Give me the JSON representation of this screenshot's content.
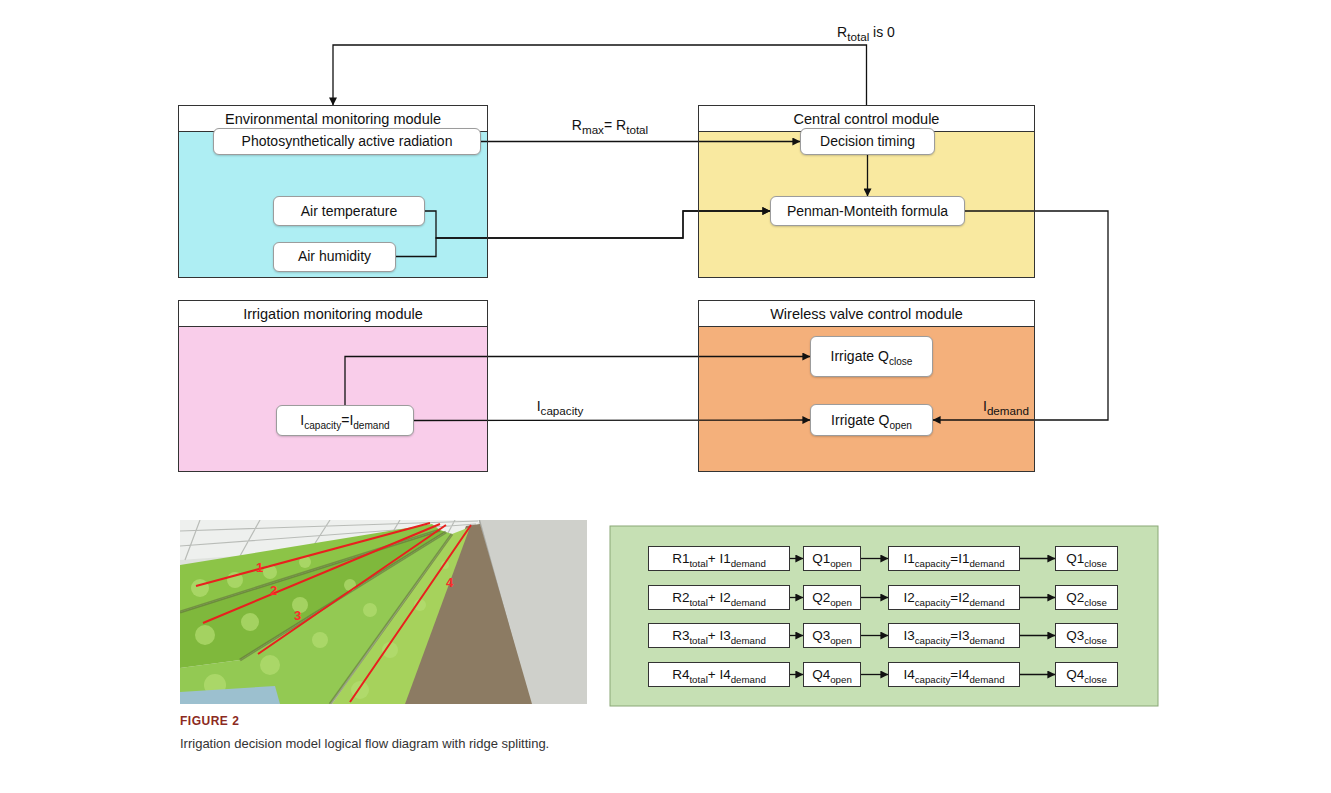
{
  "diagram": {
    "caption": "Irrigation decision model logical flow diagram with ridge splitting.",
    "nodes": [
      {
        "text": [
          "Environmental monitoring module"
        ]
      },
      {
        "text": [
          "Photosynthetically active radiation"
        ],
        "in": 0
      },
      {
        "text": [
          "Air temperature"
        ],
        "in": 0
      },
      {
        "text": [
          "Air humidity"
        ],
        "in": 0
      },
      {
        "text": [
          "Central control module"
        ]
      },
      {
        "text": [
          "Decision timing"
        ],
        "in": 4
      },
      {
        "text": [
          "Penman-Monteith formula"
        ],
        "in": 4
      },
      {
        "text": [
          "Irrigation monitoring module"
        ]
      },
      {
        "text": [
          "Icapacity=Idemand"
        ],
        "in": 7
      },
      {
        "text": [
          "Wireless valve control module"
        ]
      },
      {
        "text": [
          "Irrigate Qclose"
        ],
        "in": 9
      },
      {
        "text": [
          "Irrigate Qopen"
        ],
        "in": 9
      },
      {
        "text": [
          "R1total+ I1demand"
        ]
      },
      {
        "text": [
          "Q1open"
        ]
      },
      {
        "text": [
          "I1capacity=I1demand"
        ]
      },
      {
        "text": [
          "Q1close"
        ]
      },
      {
        "text": [
          "R2total+ I2demand"
        ]
      },
      {
        "text": [
          "Q2open"
        ]
      },
      {
        "text": [
          "I2capacity=I2demand"
        ]
      },
      {
        "text": [
          "Q2close"
        ]
      },
      {
        "text": [
          "R3total+ I3demand"
        ]
      },
      {
        "text": [
          "Q3open"
        ]
      },
      {
        "text": [
          "I3capacity=I3demand"
        ]
      },
      {
        "text": [
          "Q3close"
        ]
      },
      {
        "text": [
          "R4total+ I4demand"
        ]
      },
      {
        "text": [
          "Q4open"
        ]
      },
      {
        "text": [
          "I4capacity=I4demand"
        ]
      },
      {
        "text": [
          "Q4close"
        ]
      }
    ],
    "edges": [
      {
        "from": 4,
        "to": 0,
        "label": "Rtotal is 0",
        "arrow": "to"
      },
      {
        "from": 1,
        "to": 5,
        "label": "Rmax= Rtotal",
        "arrow": "to"
      },
      {
        "from": 2,
        "to": 6,
        "arrow": "to"
      },
      {
        "from": 3,
        "to": 6,
        "arrow": "to"
      },
      {
        "from": 5,
        "to": 6,
        "arrow": "to"
      },
      {
        "from": 6,
        "to": 11,
        "label": "Idemand",
        "arrow": "to"
      },
      {
        "from": 8,
        "to": 10,
        "arrow": "to"
      },
      {
        "from": 8,
        "to": 11,
        "label": "Icapacity",
        "arrow": "to"
      },
      {
        "from": 12,
        "to": 13,
        "arrow": "to"
      },
      {
        "from": 13,
        "to": 14,
        "arrow": "to"
      },
      {
        "from": 14,
        "to": 15,
        "arrow": "to"
      },
      {
        "from": 16,
        "to": 17,
        "arrow": "to"
      },
      {
        "from": 17,
        "to": 18,
        "arrow": "to"
      },
      {
        "from": 18,
        "to": 19,
        "arrow": "to"
      },
      {
        "from": 20,
        "to": 21,
        "arrow": "to"
      },
      {
        "from": 21,
        "to": 22,
        "arrow": "to"
      },
      {
        "from": 22,
        "to": 23,
        "arrow": "to"
      },
      {
        "from": 24,
        "to": 25,
        "arrow": "to"
      },
      {
        "from": 25,
        "to": 26,
        "arrow": "to"
      },
      {
        "from": 26,
        "to": 27,
        "arrow": "to"
      }
    ],
    "labels": [
      "1",
      "2",
      "3",
      "4",
      "FIGURE 2"
    ]
  }
}
